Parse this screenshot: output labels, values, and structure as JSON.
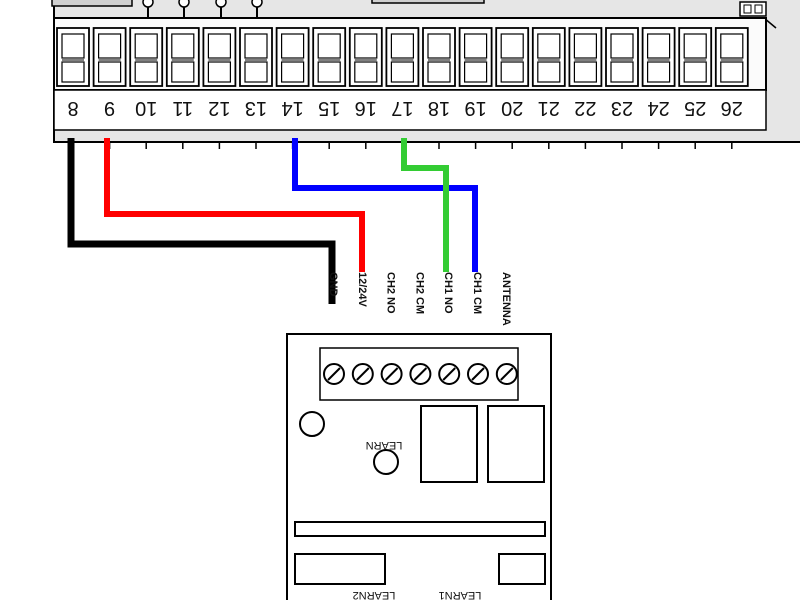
{
  "terminal_block": {
    "terminals": [
      "8",
      "9",
      "10",
      "11",
      "12",
      "13",
      "14",
      "15",
      "16",
      "17",
      "18",
      "19",
      "20",
      "21",
      "22",
      "23",
      "24",
      "25",
      "26"
    ]
  },
  "receiver": {
    "terminals": [
      "GND",
      "12/24V",
      "CH2 NO",
      "CH2 CM",
      "CH1 NO",
      "CH1 CM",
      "ANTENNA"
    ],
    "learn_label": "LEARN",
    "learn1_label": "LEARN1",
    "learn2_label": "LEARN2"
  },
  "wires": [
    {
      "from": "8",
      "to": "GND",
      "color": "#000000"
    },
    {
      "from": "9",
      "to": "12/24V",
      "color": "#ff0000"
    },
    {
      "from": "14",
      "to": "CH1 CM",
      "color": "#0000ff"
    },
    {
      "from": "17",
      "to": "CH1 NO",
      "color": "#33cc33"
    }
  ]
}
